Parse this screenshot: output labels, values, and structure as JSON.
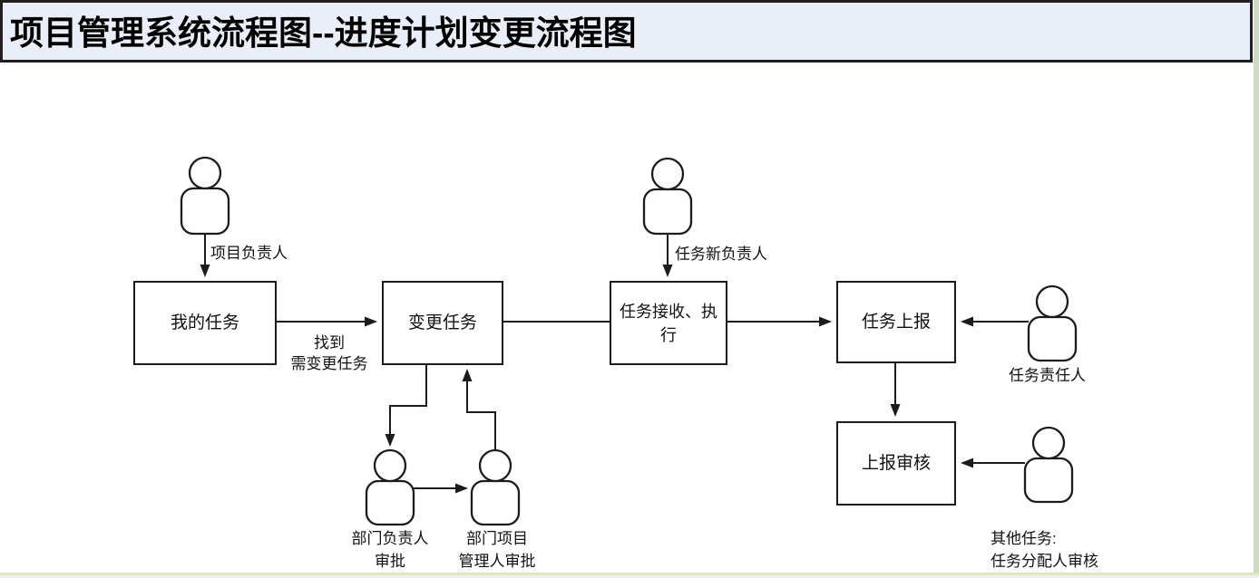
{
  "window": {
    "title": "项目管理系统流程图--进度计划变更流程图"
  },
  "flowchart": {
    "boxes": [
      {
        "id": "my-tasks",
        "label": "我的任务"
      },
      {
        "id": "change-task",
        "label": "变更任务"
      },
      {
        "id": "task-receive-execute",
        "label": "任务接收、执行"
      },
      {
        "id": "task-report",
        "label": "任务上报"
      },
      {
        "id": "report-review",
        "label": "上报审核"
      }
    ],
    "actors": [
      {
        "id": "project-manager",
        "label_lines": [
          "项目负责人"
        ]
      },
      {
        "id": "task-new-owner",
        "label_lines": [
          "任务新负责人"
        ]
      },
      {
        "id": "task-owner",
        "label_lines": [
          "任务责任人"
        ]
      },
      {
        "id": "other-task-reviewer",
        "label_lines": [
          "其他任务:",
          "任务分配人审核"
        ]
      },
      {
        "id": "dept-manager-approve",
        "label_lines": [
          "部门负责人",
          "审批"
        ]
      },
      {
        "id": "dept-project-manager-approve",
        "label_lines": [
          "部门项目",
          "管理人审批"
        ]
      }
    ],
    "edge_labels": [
      {
        "id": "find-task-to-change",
        "label_lines": [
          "找到",
          "需变更任务"
        ]
      }
    ]
  },
  "colors": {
    "titlebar_bg": "#e9eef8",
    "titlebar_border": "#1f1f1f",
    "diagram_line": "#1c1c1c",
    "box_fill": "#ffffff",
    "frame_right": "#cfd9c3",
    "frame_bottom": "#dde5b9",
    "canvas": "#ffffff"
  }
}
